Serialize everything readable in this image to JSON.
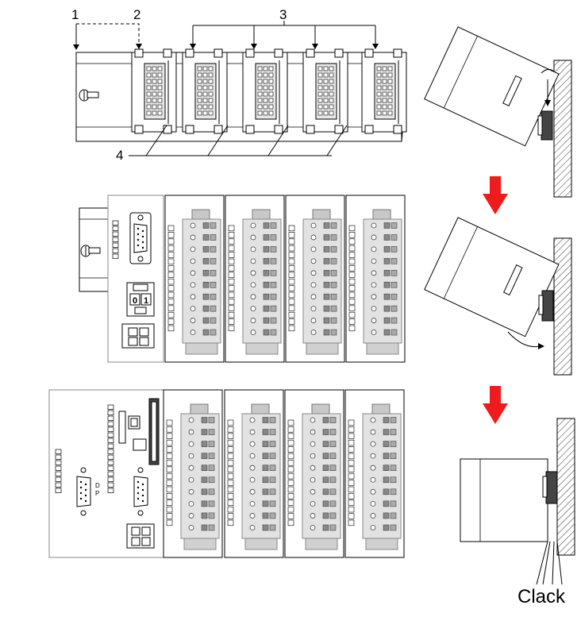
{
  "labels": {
    "callout_1": "1",
    "callout_2": "2",
    "callout_3": "3",
    "callout_4": "4",
    "clack": "Clack",
    "dp_letter_d": "D",
    "dp_letter_p": "P",
    "switch_0": "0",
    "switch_1": "1"
  },
  "colors": {
    "arrow": "#ee1c1c",
    "line": "#000000",
    "module_fill": "#d8d8d8",
    "plug_fill": "#e2e2e2",
    "wall_hatch": "#555555"
  },
  "icons": [
    "down-arrow-icon",
    "rail-screw-icon",
    "sub-d-connector-icon"
  ]
}
